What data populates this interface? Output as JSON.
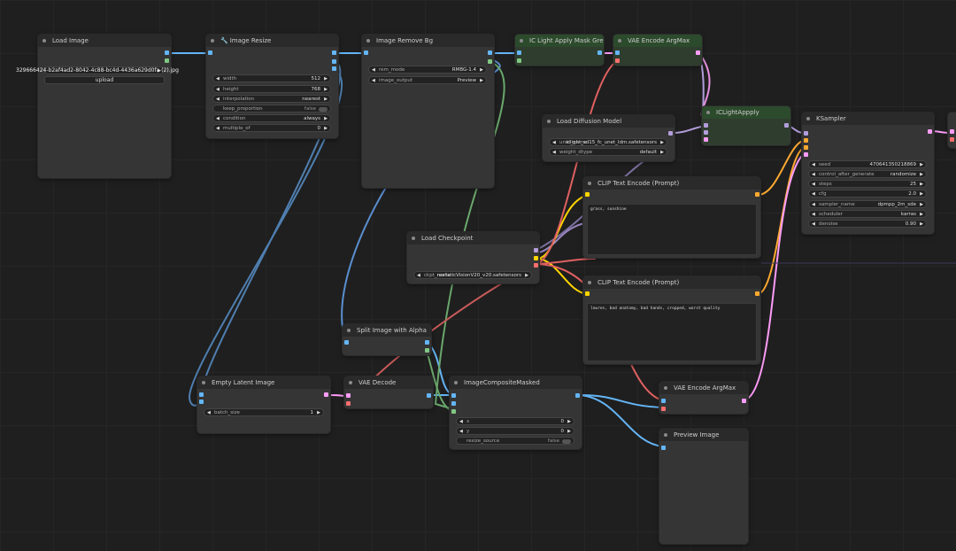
{
  "nodes": {
    "load_image": {
      "title": "Load Image",
      "filename": "329666424-b2af4ad2-8042-4c88-bc4d-4436a629d0fa (2).jpg",
      "upload_label": "upload"
    },
    "image_resize": {
      "title": "Image Resize",
      "widgets": [
        {
          "label": "width",
          "value": "512"
        },
        {
          "label": "height",
          "value": "768"
        },
        {
          "label": "interpolation",
          "value": "nearest"
        },
        {
          "label": "keep_proportion",
          "value": "false"
        },
        {
          "label": "condition",
          "value": "always"
        },
        {
          "label": "multiple_of",
          "value": "0"
        }
      ]
    },
    "image_remove_bg": {
      "title": "Image Remove Bg",
      "widgets": [
        {
          "label": "rem_mode",
          "value": "RMBG-1.4"
        },
        {
          "label": "image_output",
          "value": "Preview"
        }
      ]
    },
    "ic_light_apply_mask_grey": {
      "title": "IC Light Apply Mask Grey"
    },
    "vae_encode_argmax_top": {
      "title": "VAE Encode ArgMax"
    },
    "load_diffusion_model": {
      "title": "Load Diffusion Model",
      "widgets": [
        {
          "label": "unet_name",
          "value": "iclight_sd15_fc_unet_ldm.safetensors"
        },
        {
          "label": "weight_dtype",
          "value": "default"
        }
      ]
    },
    "iclight_apply": {
      "title": "ICLightAppply"
    },
    "ksampler": {
      "title": "KSampler",
      "widgets": [
        {
          "label": "seed",
          "value": "470641350218869"
        },
        {
          "label": "control_after_generate",
          "value": "randomize"
        },
        {
          "label": "steps",
          "value": "25"
        },
        {
          "label": "cfg",
          "value": "2.0"
        },
        {
          "label": "sampler_name",
          "value": "dpmpp_2m_sde"
        },
        {
          "label": "scheduler",
          "value": "karras"
        },
        {
          "label": "denoise",
          "value": "0.90"
        }
      ]
    },
    "clip_text_encode_pos": {
      "title": "CLIP Text Encode (Prompt)",
      "text": "grass, sunshine"
    },
    "clip_text_encode_neg": {
      "title": "CLIP Text Encode (Prompt)",
      "text": "lowres, bad anatomy, bad hands, cropped, worst quality"
    },
    "load_checkpoint": {
      "title": "Load Checkpoint",
      "ckpt_label": "ckpt_name",
      "ckpt_value": "realisticVisionV20_v20.safetensors"
    },
    "split_image_alpha": {
      "title": "Split Image with Alpha"
    },
    "empty_latent_image": {
      "title": "Empty Latent Image",
      "widgets": [
        {
          "label": "batch_size",
          "value": "1"
        }
      ]
    },
    "vae_decode": {
      "title": "VAE Decode"
    },
    "image_composite_masked": {
      "title": "ImageCompositeMasked",
      "widgets": [
        {
          "label": "x",
          "value": "0"
        },
        {
          "label": "y",
          "value": "0"
        },
        {
          "label": "resize_source",
          "value": "false"
        }
      ]
    },
    "vae_encode_argmax_bottom": {
      "title": "VAE Encode ArgMax"
    },
    "preview_image": {
      "title": "Preview Image"
    }
  },
  "icons": {
    "arrow_left": "◀",
    "arrow_right": "▶",
    "wrench": "🔧"
  },
  "colors": {
    "canvas": "#1f1f1f",
    "node": "#353535",
    "node_green": "#2f3d2f",
    "image": "#64b5f6",
    "mask": "#81c784",
    "model": "#b39ddb",
    "clip": "#ffd500",
    "vae": "#ff6e6e",
    "conditioning": "#ffa931",
    "latent": "#ff9cf9"
  }
}
